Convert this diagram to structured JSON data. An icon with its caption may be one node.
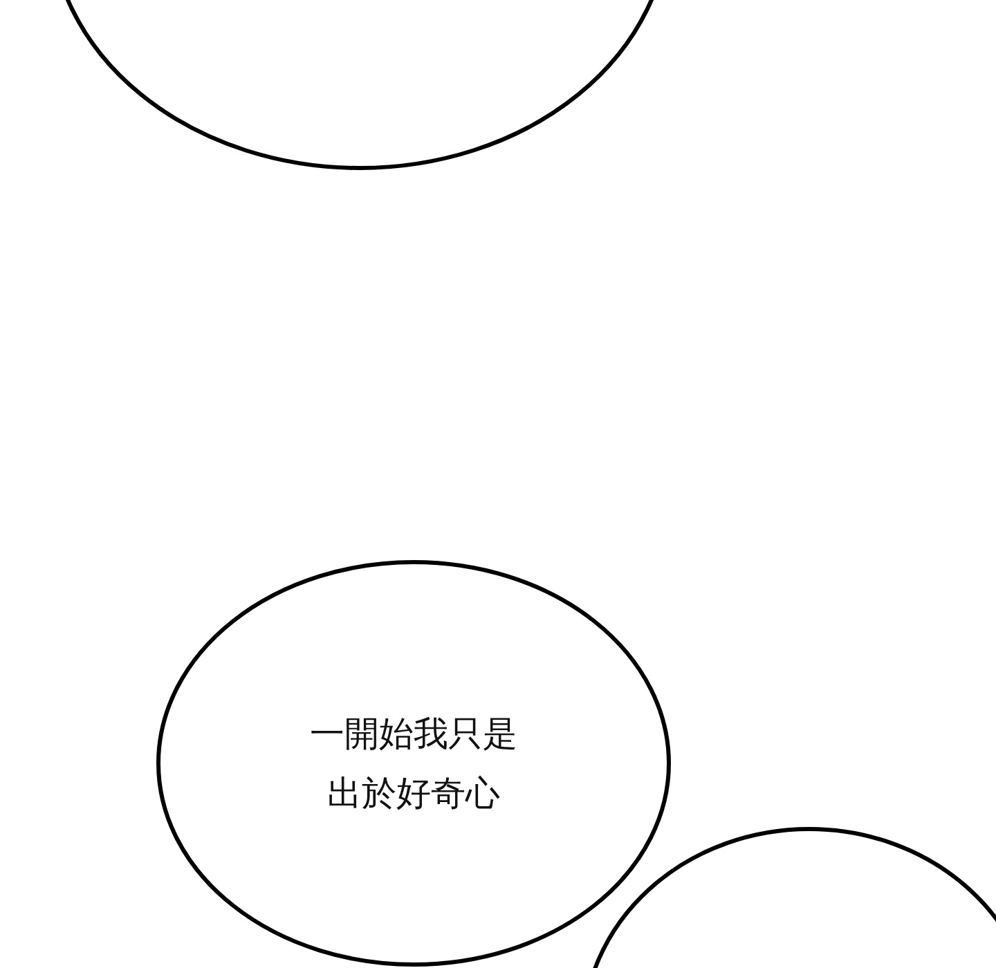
{
  "diagram": {
    "nodes": [
      {
        "text": [],
        "shape": "ellipse"
      },
      {
        "text": [
          "一開始我只是出於好奇心"
        ]
      },
      {
        "text": [],
        "shape": "ellipse"
      }
    ]
  }
}
